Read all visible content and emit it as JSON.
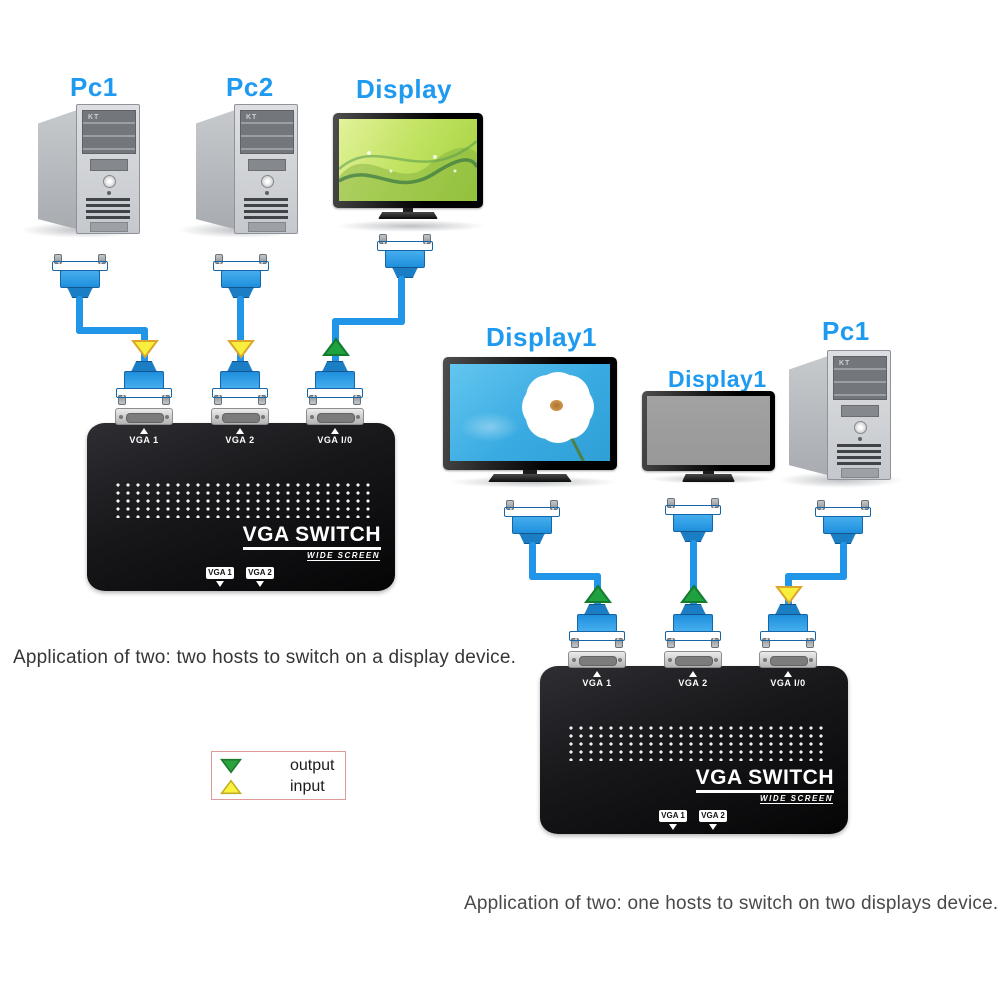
{
  "diagram1": {
    "devices": [
      {
        "label": "Pc1",
        "type": "pc-tower"
      },
      {
        "label": "Pc2",
        "type": "pc-tower"
      },
      {
        "label": "Display",
        "type": "monitor"
      }
    ],
    "caption": "Application of two: two hosts to switch on a display device."
  },
  "diagram2": {
    "devices": [
      {
        "label": "Display1",
        "type": "tv"
      },
      {
        "label": "Display1",
        "type": "tv"
      },
      {
        "label": "Pc1",
        "type": "pc-tower"
      }
    ],
    "caption": "Application of two: one hosts to switch on two displays device."
  },
  "vga_switch": {
    "ports": [
      "VGA 1",
      "VGA 2",
      "VGA I/0"
    ],
    "title": "VGA SWITCH",
    "subtitle": "WIDE SCREEN",
    "select_buttons": [
      "VGA 1",
      "VGA 2"
    ]
  },
  "pc": {
    "badge": "KT"
  },
  "legend": {
    "output_label": "output",
    "input_label": "input"
  },
  "colors": {
    "label_blue": "#1E9AF0",
    "cable_blue": "#2196E8",
    "input_yellow": "#F7EE3D",
    "output_green": "#1FA13E",
    "switch_black": "#17171A",
    "legend_border": "#DF9A9A"
  }
}
